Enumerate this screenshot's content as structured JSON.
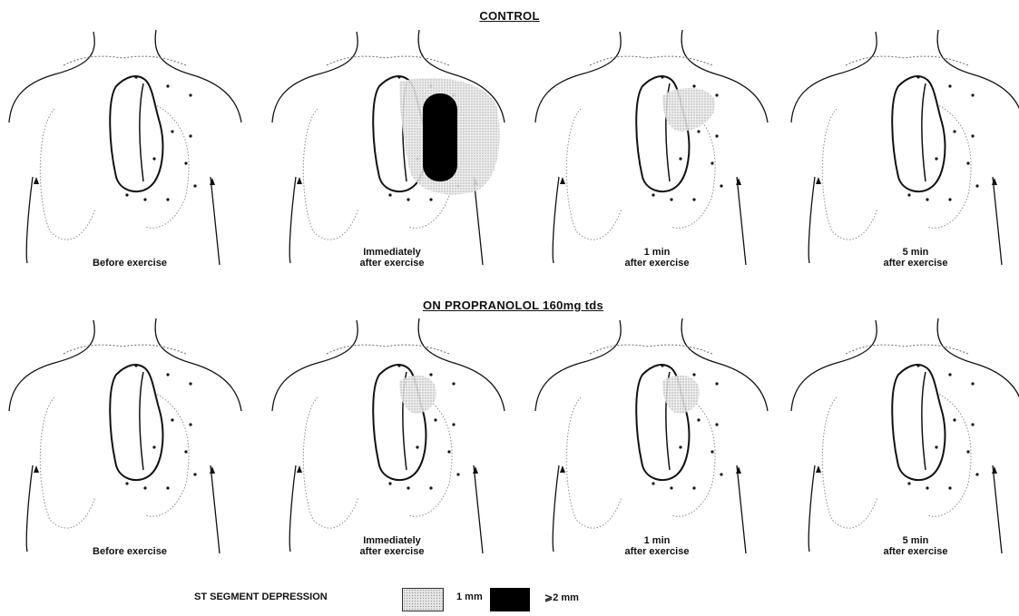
{
  "sections": [
    {
      "title": "CONTROL",
      "panels": [
        {
          "caption": [
            "",
            "Before exercise"
          ],
          "mild": null,
          "severe": null
        },
        {
          "caption": [
            "Immediately",
            "after   exercise"
          ],
          "mild": "big",
          "severe": "big"
        },
        {
          "caption": [
            "1 min",
            "after exercise"
          ],
          "mild": "medium",
          "severe": null
        },
        {
          "caption": [
            "5 min",
            "after exercise"
          ],
          "mild": null,
          "severe": null
        }
      ]
    },
    {
      "title": "ON PROPRANOLOL 160mg   tds",
      "panels": [
        {
          "caption": [
            "",
            "Before exercise"
          ],
          "mild": null,
          "severe": null
        },
        {
          "caption": [
            "Immediately",
            "after exercise"
          ],
          "mild": "small",
          "severe": null
        },
        {
          "caption": [
            "1 min",
            "after exercise"
          ],
          "mild": "small",
          "severe": null
        },
        {
          "caption": [
            "5 min",
            "after exercise"
          ],
          "mild": null,
          "severe": null
        }
      ]
    }
  ],
  "legend": {
    "title": "ST SEGMENT DEPRESSION",
    "items": [
      {
        "label": "1 mm",
        "fill": "#d9d9d9"
      },
      {
        "label": "⩾2 mm",
        "fill": "#000000"
      }
    ]
  },
  "colors": {
    "outline": "#111111",
    "mild": "#d9d9d9",
    "severe": "#000000"
  }
}
